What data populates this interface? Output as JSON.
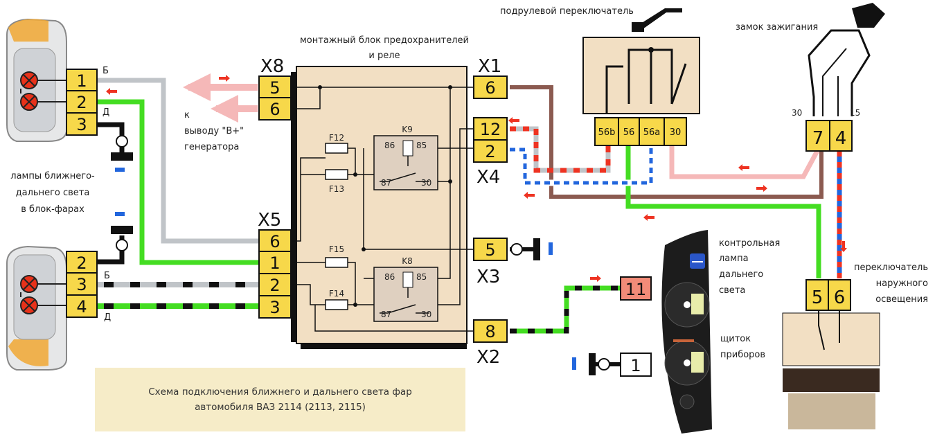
{
  "labels": {
    "fuse_block_title_1": "монтажный блок предохранителей",
    "fuse_block_title_2": "и реле",
    "steering_switch": "подрулевой переключатель",
    "ignition_lock": "замок зажигания",
    "generator_1": "к",
    "generator_2": "выводу \"В+\"",
    "generator_3": "генератора",
    "lamps_1": "лампы ближнего-",
    "lamps_2": "дальнего света",
    "lamps_3": "в блок-фарах",
    "indicator_1": "контрольная",
    "indicator_2": "лампа",
    "indicator_3": "дальнего",
    "indicator_4": "света",
    "cluster_1": "щиток",
    "cluster_2": "приборов",
    "light_switch_1": "переключатель",
    "light_switch_2": "наружного",
    "light_switch_3": "освещения",
    "caption_1": "Схема подключения ближнего и дальнего света  фар",
    "caption_2": "автомобиля ВАЗ 2114 (2113, 2115)"
  },
  "connectors": {
    "X8": "X8",
    "X1": "X1",
    "X4": "X4",
    "X5": "X5",
    "X3": "X3",
    "X2": "X2"
  },
  "pins": {
    "x8_5": "5",
    "x8_6": "6",
    "x1_6": "6",
    "x4_12": "12",
    "x4_2": "2",
    "x5_6": "6",
    "x5_1": "1",
    "x5_2": "2",
    "x5_3": "3",
    "x3_5": "5",
    "x2_8": "8",
    "hl1_1": "1",
    "hl1_2": "2",
    "hl1_3": "3",
    "hl2_2": "2",
    "hl2_3": "3",
    "hl2_4": "4",
    "sw_56b": "56b",
    "sw_56": "56",
    "sw_56a": "56a",
    "sw_30": "30",
    "ign_7": "7",
    "ign_4": "4",
    "ign_30": "30",
    "ign_15": "15",
    "ls_5": "5",
    "ls_6": "6",
    "cl_11": "11",
    "cl_1": "1"
  },
  "fuses": {
    "f12": "F12",
    "f13": "F13",
    "f15": "F15",
    "f14": "F14"
  },
  "relays": {
    "k9": {
      "name": "K9",
      "p86": "86",
      "p85": "85",
      "p87": "87",
      "p30": "30"
    },
    "k8": {
      "name": "K8",
      "p86": "86",
      "p85": "85",
      "p87": "87",
      "p30": "30"
    }
  },
  "wire_marks": {
    "b1": "Б",
    "d1": "Д",
    "b2": "Б",
    "d2": "Д"
  },
  "colors": {
    "pin_fill": "#f7d84a",
    "block_fill": "#f2dfc3",
    "cluster_pin": "#f28b78",
    "wire_green": "#44dd22",
    "wire_grey": "#c0c4c8",
    "wire_brown": "#8b5a50",
    "wire_pink": "#f5b8b8",
    "wire_blue": "#2266dd",
    "wire_red": "#ee3322"
  }
}
